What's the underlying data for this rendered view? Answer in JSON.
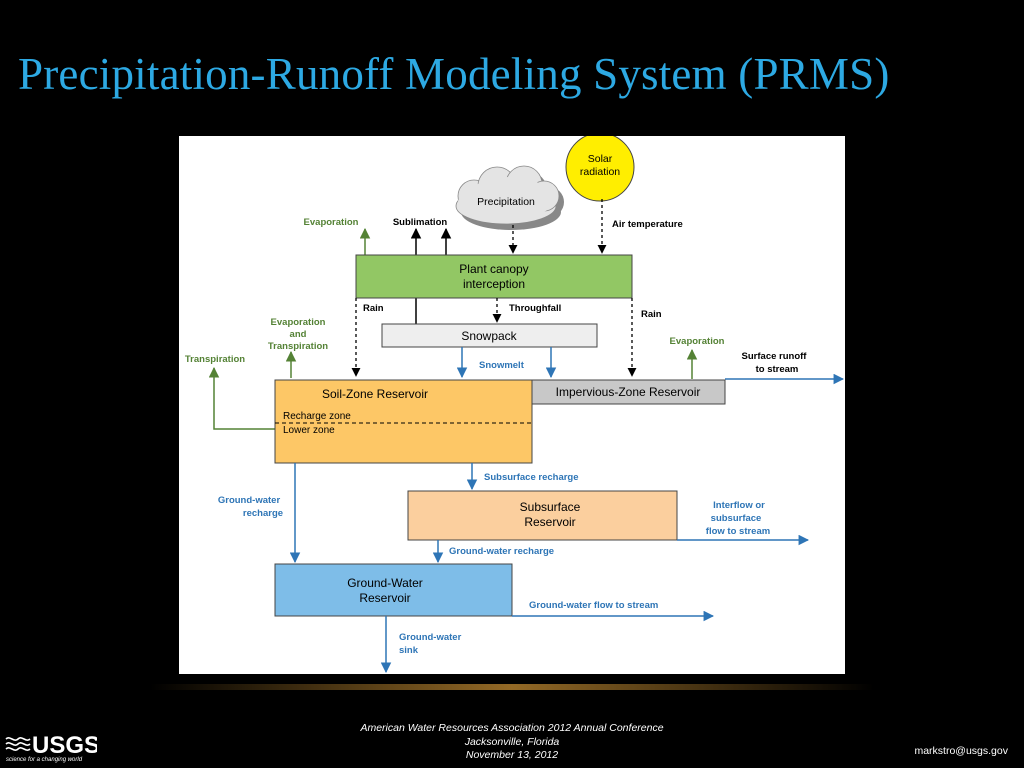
{
  "slide": {
    "title": "Precipitation-Runoff Modeling System (PRMS)",
    "footer_line1": "American Water Resources Association 2012 Annual Conference",
    "footer_line2": "Jacksonville, Florida",
    "footer_line3": "November 13, 2012",
    "email": "markstro@usgs.gov",
    "logo_text": "USGS",
    "logo_tagline": "science for a changing world"
  },
  "colors": {
    "title": "#2da9e3",
    "plant_canopy": "#92c764",
    "snowpack": "#eeeeee",
    "soil_zone": "#fdc766",
    "impervious_zone": "#c8c8c8",
    "subsurface": "#fbcf9e",
    "groundwater": "#7ebde8",
    "sun": "#ffee00",
    "blue_arrow": "#2e75b6",
    "green_arrow": "#548235"
  },
  "diagram": {
    "solar_radiation_1": "Solar",
    "solar_radiation_2": "radiation",
    "precipitation": "Precipitation",
    "evaporation_top": "Evaporation",
    "sublimation": "Sublimation",
    "air_temperature": "Air temperature",
    "plant_canopy_1": "Plant canopy",
    "plant_canopy_2": "interception",
    "rain_left": "Rain",
    "throughfall": "Throughfall",
    "rain_right": "Rain",
    "snowpack": "Snowpack",
    "evap_transp_1": "Evaporation",
    "evap_transp_2": "and",
    "evap_transp_3": "Transpiration",
    "transpiration": "Transpiration",
    "snowmelt": "Snowmelt",
    "evaporation_right": "Evaporation",
    "surface_runoff_1": "Surface runoff",
    "surface_runoff_2": "to stream",
    "soil_zone": "Soil-Zone Reservoir",
    "recharge_zone": "Recharge zone",
    "lower_zone": "Lower zone",
    "impervious_zone": "Impervious-Zone Reservoir",
    "subsurface_recharge": "Subsurface recharge",
    "gw_recharge_left_1": "Ground-water",
    "gw_recharge_left_2": "recharge",
    "subsurface_res_1": "Subsurface",
    "subsurface_res_2": "Reservoir",
    "interflow_1": "Interflow or",
    "interflow_2": "subsurface",
    "interflow_3": "flow  to stream",
    "gw_recharge_mid": "Ground-water recharge",
    "gw_res_1": "Ground-Water",
    "gw_res_2": "Reservoir",
    "gw_flow": "Ground-water flow to stream",
    "gw_sink_1": "Ground-water",
    "gw_sink_2": "sink"
  }
}
